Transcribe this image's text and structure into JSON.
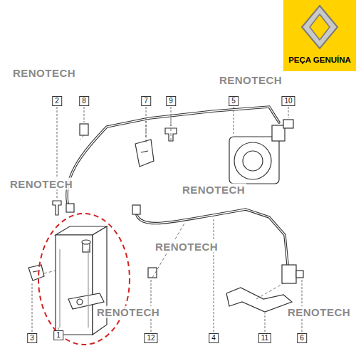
{
  "diagram": {
    "labels": [
      "PEÇA GENUÍNA",
      "2",
      "8",
      "7",
      "9",
      "5",
      "10",
      "3",
      "1",
      "12",
      "4",
      "11",
      "6",
      "RENOTECH",
      "RENOTECH",
      "RENOTECH",
      "RENOTECH",
      "RENOTECH",
      "RENOTECH",
      "RENOTECH"
    ]
  }
}
